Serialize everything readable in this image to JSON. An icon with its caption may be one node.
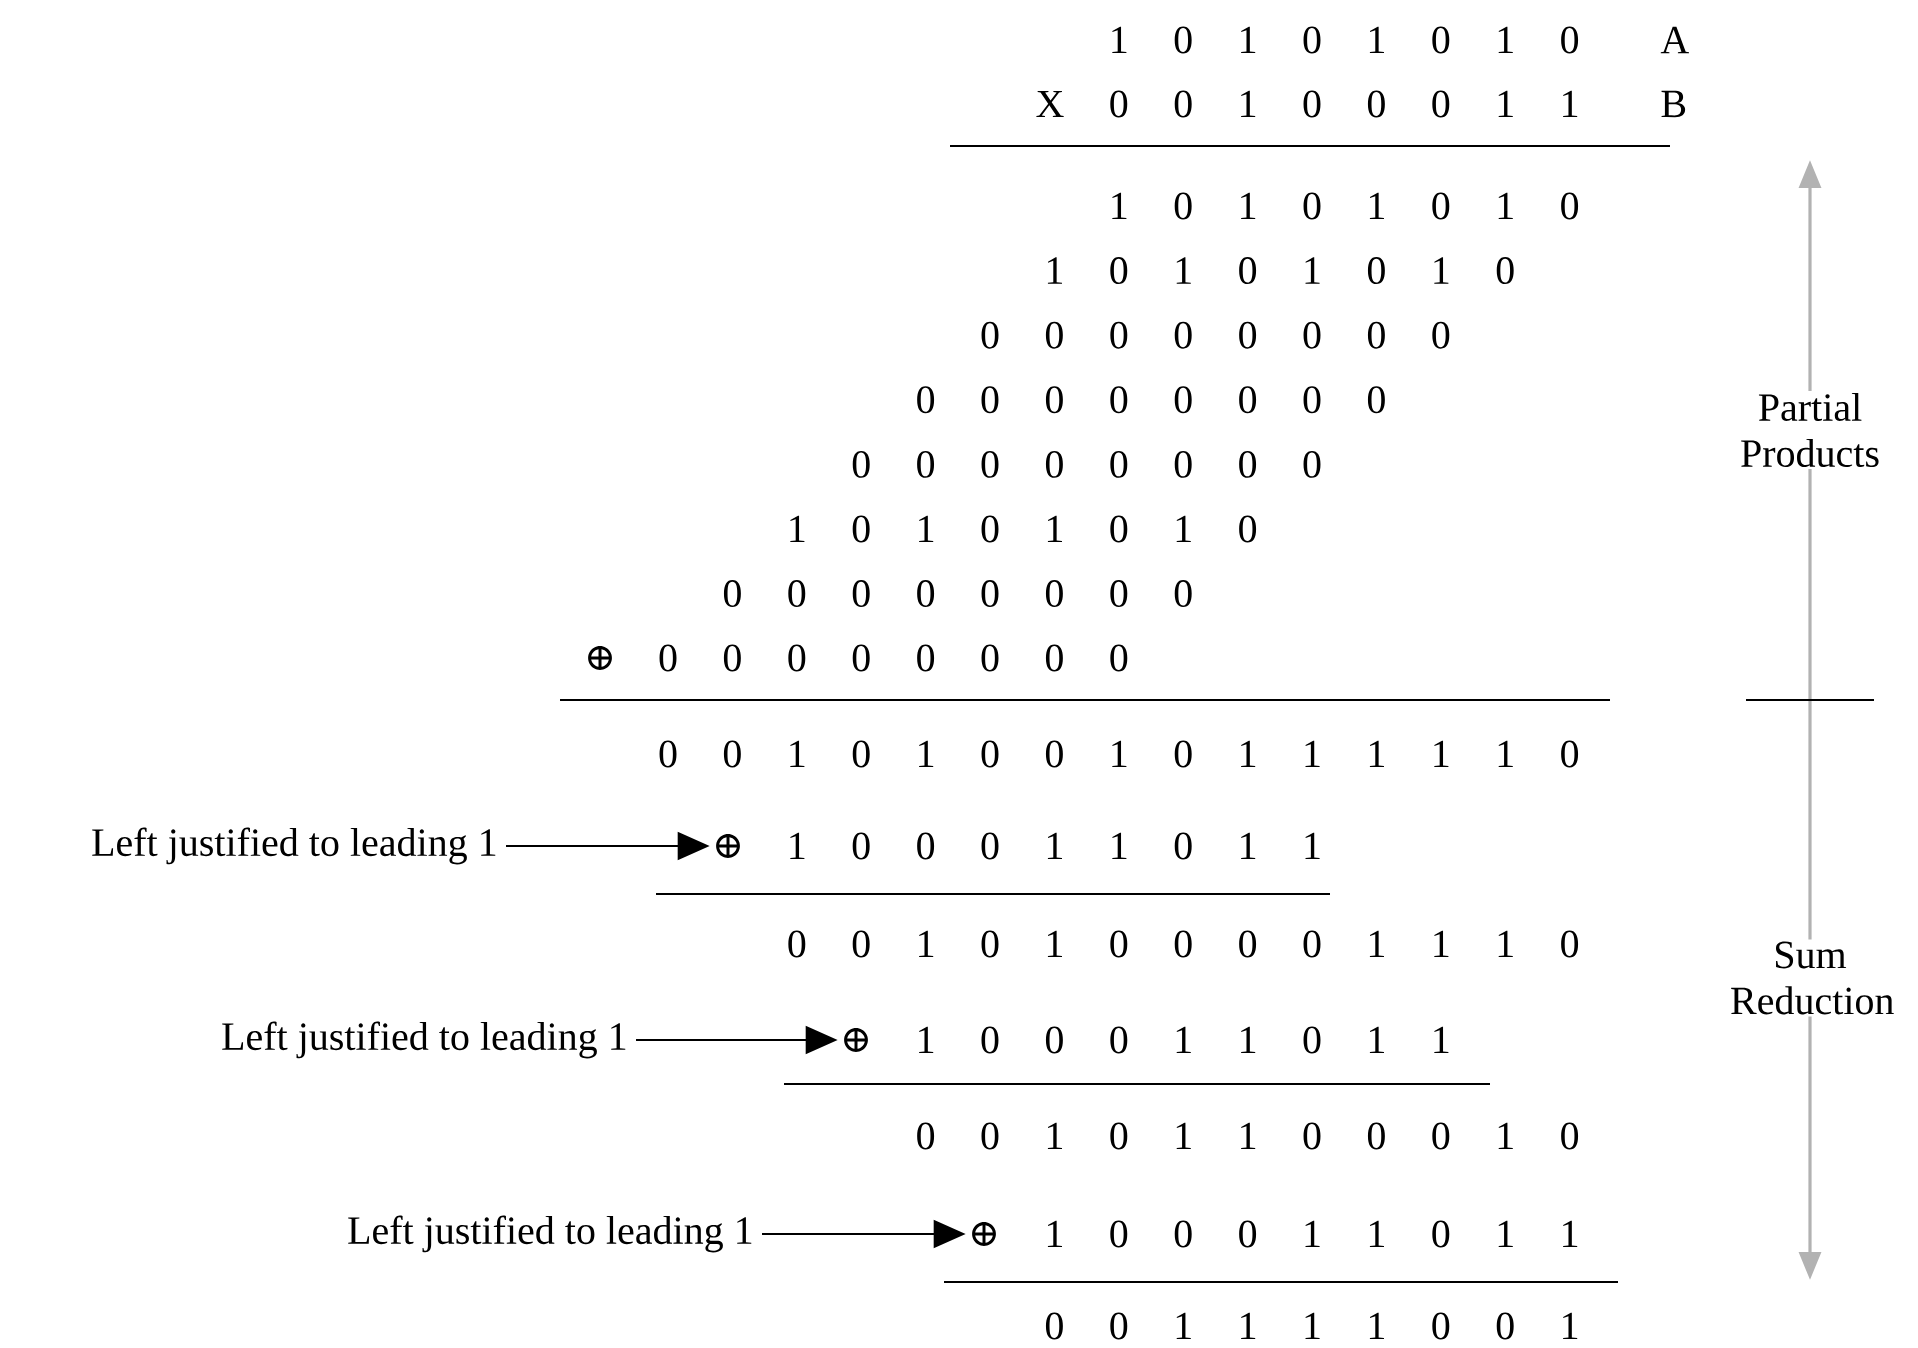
{
  "diagram": {
    "nodes": [
      {
        "text": [
          "Left justified to leading 1"
        ]
      },
      {
        "text": [
          "⊕"
        ]
      },
      {
        "text": [
          "Left justified to leading 1"
        ]
      },
      {
        "text": [
          "⊕"
        ]
      },
      {
        "text": [
          "Left justified to leading 1"
        ]
      },
      {
        "text": [
          "⊕"
        ]
      }
    ],
    "edges": [
      {
        "from": 0,
        "to": 1,
        "arrow": "to"
      },
      {
        "from": 2,
        "to": 3,
        "arrow": "to"
      },
      {
        "from": 4,
        "to": 5,
        "arrow": "to"
      }
    ],
    "labels": [
      "1 0 1 0 1 0 1 0",
      "A",
      "X 0 0 1 0 0 0 1 1",
      "B",
      "1 0 1 0 1 0 1 0",
      "1 0 1 0 1 0 1 0",
      "0 0 0 0 0 0 0 0",
      "0 0 0 0 0 0 0 0",
      "0 0 0 0 0 0 0 0",
      "1 0 1 0 1 0 1 0",
      "0 0 0 0 0 0 0 0",
      "⊕",
      "0 0 0 0 0 0 0 0",
      "Partial Products",
      "0 0 1 0 1 0 0 1 0 1 1 1 1 1 0",
      "1 0 0 0 1 1 0 1 1",
      "0 0 1 0 1 0 0 0 0 1 1 1 0",
      "1 0 0 0 1 1 0 1 1",
      "0 0 1 0 1 1 0 0 0 1 0",
      "1 0 0 0 1 1 0 1 1",
      "0 0 1 1 1 1 0 0 1",
      "Sum Reduction"
    ]
  }
}
